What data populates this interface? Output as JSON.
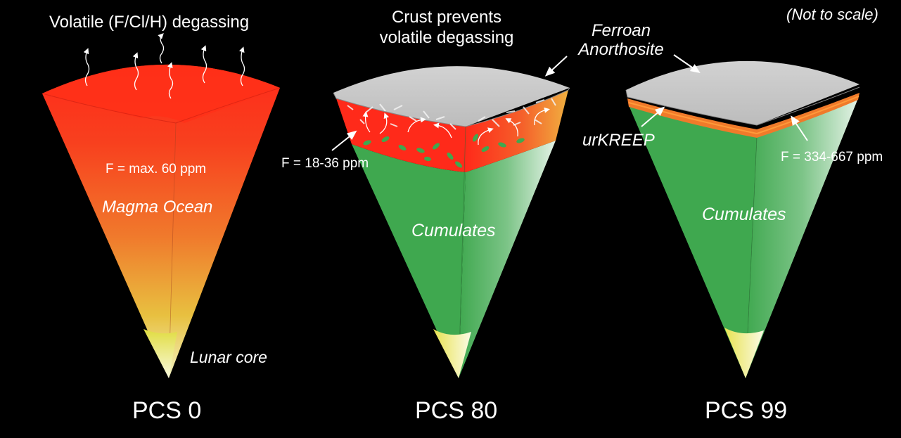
{
  "note": "(Not to scale)",
  "panels": [
    {
      "id": "pcs0",
      "caption": "PCS 0",
      "labels": {
        "degassing": "Volatile (F/Cl/H) degassing",
        "fluorine": "F = max. 60 ppm",
        "layer": "Magma Ocean",
        "core": "Lunar core"
      }
    },
    {
      "id": "pcs80",
      "caption": "PCS 80",
      "labels": {
        "crust_line1": "Crust prevents",
        "crust_line2": "volatile degassing",
        "fluorine": "F = 18-36 ppm",
        "layer": "Cumulates"
      }
    },
    {
      "id": "pcs99",
      "caption": "PCS 99",
      "labels": {
        "anorthosite_line1": "Ferroan",
        "anorthosite_line2": "Anorthosite",
        "kreep": "urKREEP",
        "fluorine": "F = 334-667 ppm",
        "layer": "Cumulates"
      }
    }
  ],
  "colors": {
    "background": "#000000",
    "magma_red": "#ff2a1a",
    "magma_orange": "#f08a2e",
    "core_yellow": "#e6e84a",
    "cumulate_green": "#3fa84f",
    "crust_gray": "#c8c8c8",
    "arrow_white": "#ffffff"
  }
}
